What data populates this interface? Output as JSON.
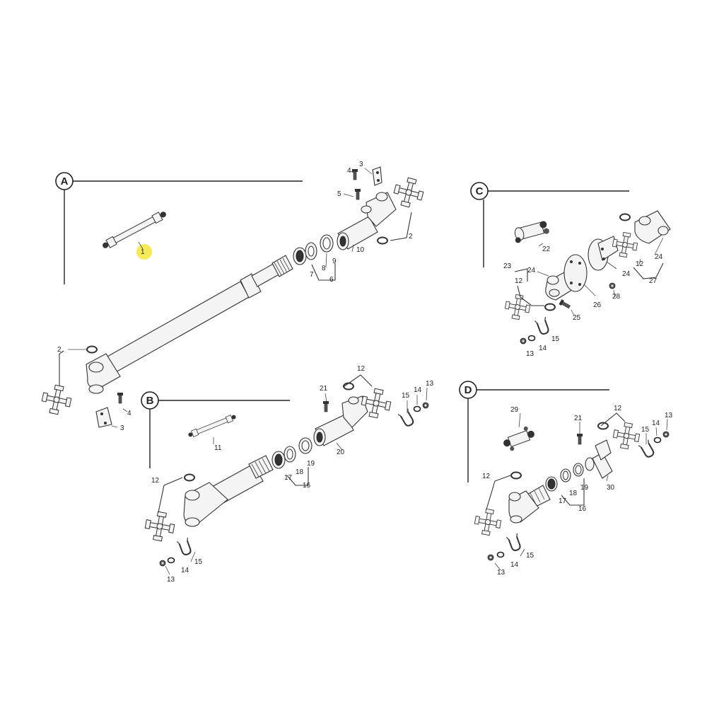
{
  "sections": {
    "a": "A",
    "b": "B",
    "c": "C",
    "d": "D"
  },
  "highlight_color": "#f5e63a",
  "labels": {
    "a1": "1",
    "a2_top": "2",
    "a2_left": "2",
    "a3_top": "3",
    "a3_bottom": "3",
    "a4_top": "4",
    "a4_bottom": "4",
    "a5": "5",
    "a6": "6",
    "a7": "7",
    "a8": "8",
    "a9": "9",
    "a10": "10",
    "b11": "11",
    "b12_top": "12",
    "b12_left": "12",
    "b13_top": "13",
    "b13_bottom": "13",
    "b14_top": "14",
    "b14_bottom": "14",
    "b15_top": "15",
    "b15_bottom": "15",
    "b16": "16",
    "b17": "17",
    "b18": "18",
    "b19": "19",
    "b20": "20",
    "b21": "21",
    "c12_left": "12",
    "c12_right": "12",
    "c13": "13",
    "c14": "14",
    "c15": "15",
    "c22": "22",
    "c23": "23",
    "c24_left": "24",
    "c24_mid": "24",
    "c24_right": "24",
    "c25": "25",
    "c26": "26",
    "c27": "27",
    "c28": "28",
    "d12_top": "12",
    "d12_left": "12",
    "d13_top": "13",
    "d13_bottom": "13",
    "d14_top": "14",
    "d14_bottom": "14",
    "d15_top": "15",
    "d15_bottom": "15",
    "d16": "16",
    "d17": "17",
    "d18": "18",
    "d19": "19",
    "d21": "21",
    "d29": "29",
    "d30": "30"
  }
}
